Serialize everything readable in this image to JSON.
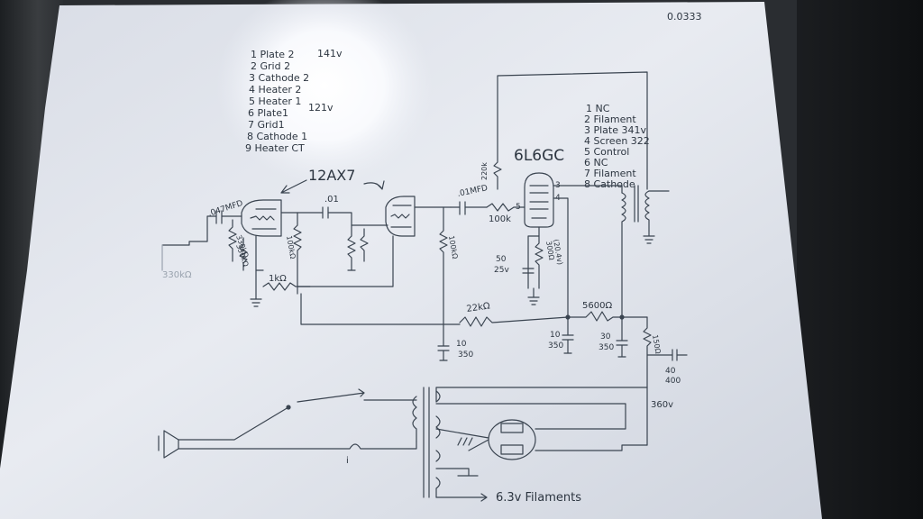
{
  "page_code": "0.0333",
  "pin_list_12ax7": [
    "1 Plate 2",
    "2 Grid 2",
    "3 Cathode 2",
    "4 Heater 2",
    "5 Heater 1",
    "6 Plate1",
    "7 Grid1",
    "8 Cathode 1",
    "9 Heater CT"
  ],
  "plate2_voltage": "141v",
  "plate1_voltage": "121v",
  "pin_list_6l6gc": [
    "1 NC",
    "2 Filament",
    "3 Plate 341v",
    "4 Screen 322",
    "5 Control",
    "6 NC",
    "7 Filament",
    "8 Cathode"
  ],
  "tube_labels": {
    "preamp": "12AX7",
    "power": "6L6GC"
  },
  "component_labels": {
    "input_cap": ".047MFD",
    "input_res": "330kΩ",
    "bias_res": "330kΩ",
    "coupling_cap_1": ".01",
    "plate_res": "100kΩ",
    "coupling_cap_2": ".01MFD",
    "grid_leak": "100kΩ",
    "grid_stopper": "220k",
    "grid_res": "100k",
    "cathode_cap_val": "50",
    "cathode_cap_v": "25v",
    "cathode_res": "300Ω",
    "cathode_res_v": "(20.4v)",
    "cathode_1k": "1kΩ",
    "filter_res_1": "22kΩ",
    "filter_res_2": "5600Ω",
    "filter_res_3": "150Ω",
    "cap_a_val": "10",
    "cap_a_v": "350",
    "cap_b_val": "10",
    "cap_b_v": "350",
    "cap_c_val": "30",
    "cap_c_v": "350",
    "cap_d_val": "40",
    "cap_d_v": "400",
    "b_plus": "360v",
    "filaments": "6.3v Filaments",
    "faint_input": "330kΩ"
  }
}
